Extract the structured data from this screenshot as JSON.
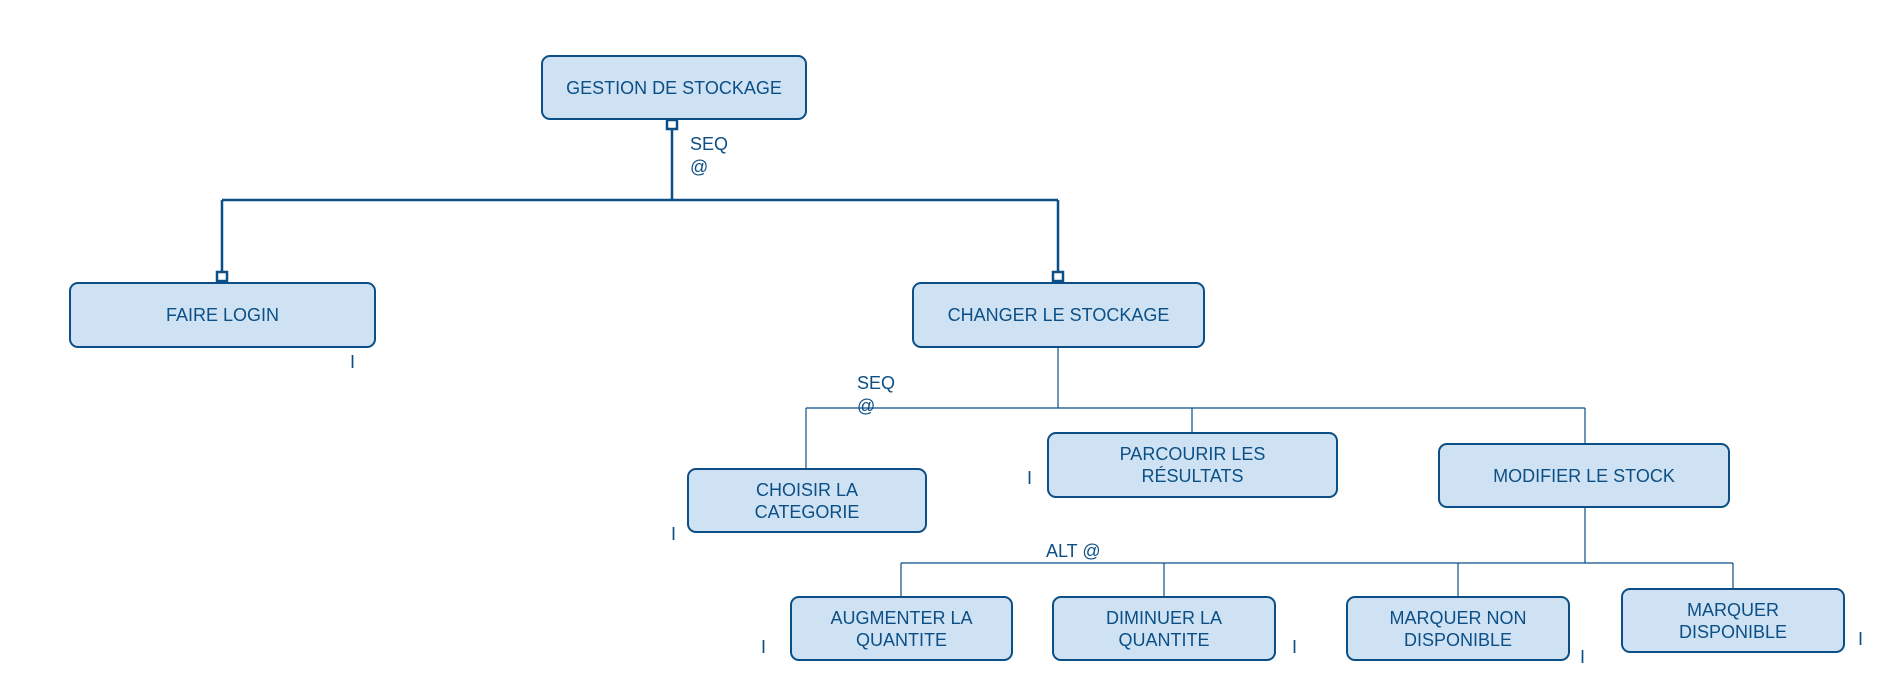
{
  "nodes": {
    "root": "GESTION DE STOCKAGE",
    "login": "FAIRE LOGIN",
    "changer": "CHANGER LE STOCKAGE",
    "choisir": "CHOISIR LA\nCATEGORIE",
    "parcourir": "PARCOURIR LES\nRÉSULTATS",
    "modifier": "MODIFIER LE STOCK",
    "augmenter": "AUGMENTER LA\nQUANTITE",
    "diminuer": "DIMINUER LA\nQUANTITE",
    "marquer_non": "MARQUER NON\nDISPONIBLE",
    "marquer_dispo": "MARQUER\nDISPONIBLE"
  },
  "operators": {
    "root": "SEQ\n@",
    "changer": "SEQ\n@",
    "modifier": "ALT @"
  },
  "leaf_marker": "I",
  "colors": {
    "fill": "#cfe2f3",
    "stroke": "#0b4f86"
  }
}
